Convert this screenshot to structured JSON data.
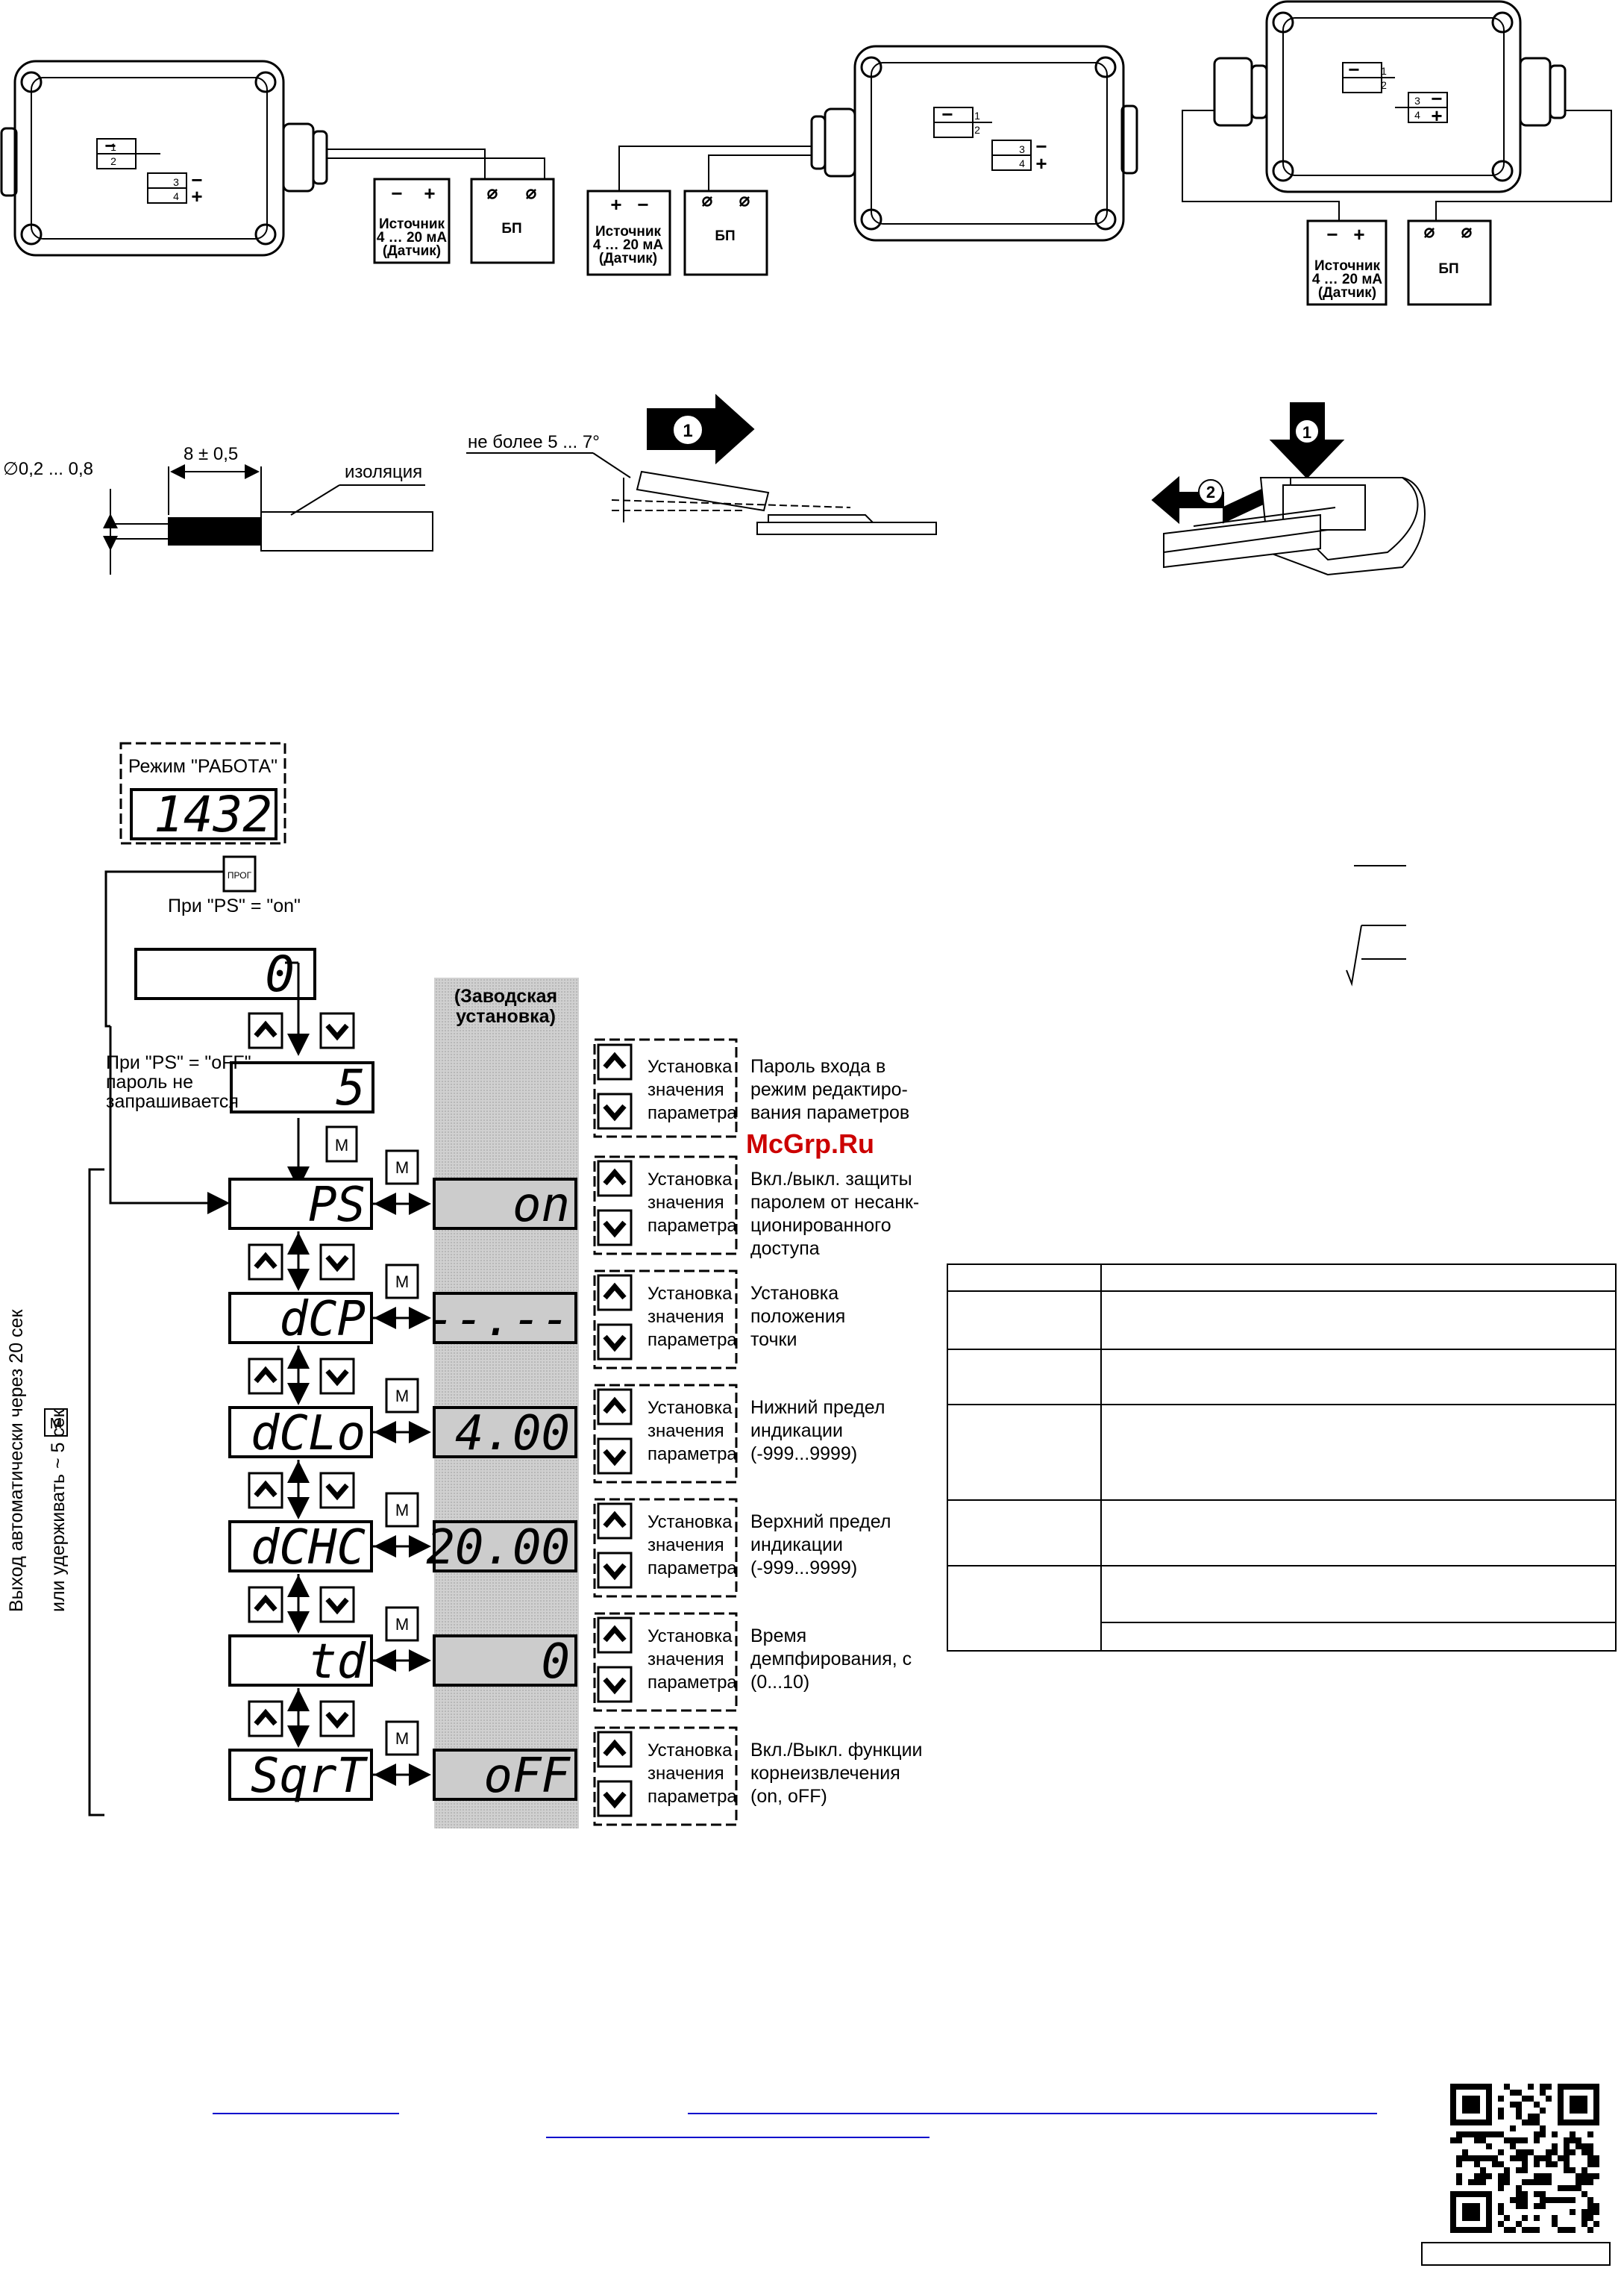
{
  "wiring": {
    "terminals": [
      "1",
      "2",
      "3",
      "4"
    ],
    "minus": "−",
    "plus": "+",
    "source_line1": "Источник",
    "source_line2": "4 … 20 мА",
    "source_line3": "(Датчик)",
    "psu": "БП",
    "psu_symbol": "⌀"
  },
  "wire": {
    "diameter": "∅0,2 ... 0,8",
    "strip_length": "8 ± 0,5",
    "insulation": "изоляция",
    "angle": "не более 5 ... 7°",
    "step1": "1",
    "step2": "2"
  },
  "menu": {
    "work_mode": "Режим \"РАБОТА\"",
    "work_value": "1432",
    "prog_btn": "ПРОГ",
    "ps_on_note": "При \"PS\" = \"on\"",
    "ps_off_note_1": "При \"PS\" = \"oFF\"",
    "ps_off_note_2": "пароль не",
    "ps_off_note_3": "запрашивается",
    "password_initial": "0",
    "password_entered": "5",
    "m_btn": "M",
    "factory_header_1": "(Заводская",
    "factory_header_2": "установка)",
    "exit_note_1": "Выход автоматически через 20 сек",
    "exit_note_2": "или удерживать ~ 5 сек",
    "setting_label": [
      "Установка",
      "значения",
      "параметра"
    ],
    "password_desc": [
      "Пароль входа в",
      "режим редактиро-",
      "вания параметров"
    ],
    "watermark": "McGrp.Ru",
    "params": [
      {
        "code": "PS",
        "factory": "on",
        "desc": [
          "Вкл./выкл. защиты",
          "паролем от несанк-",
          "ционированного",
          "доступа"
        ]
      },
      {
        "code": "dCP",
        "factory": "--.--",
        "desc": [
          "Установка",
          "положения",
          "точки"
        ]
      },
      {
        "code": "dCLo",
        "factory": "4.00",
        "desc": [
          "Нижний предел",
          "индикации",
          "(-999...9999)"
        ]
      },
      {
        "code": "dCHC",
        "factory": "20.00",
        "desc": [
          "Верхний предел",
          "индикации",
          "(-999...9999)"
        ]
      },
      {
        "code": "td",
        "factory": "0",
        "desc": [
          "Время",
          "демпфирования, с",
          "(0...10)"
        ]
      },
      {
        "code": "SqrT",
        "factory": "oFF",
        "desc": [
          "Вкл./Выкл. функции",
          "корнеизвлечения",
          "(on, oFF)"
        ]
      }
    ]
  },
  "icons": {
    "up": "arrow-up-icon",
    "down": "arrow-down-icon",
    "qr": "qr-code-icon"
  }
}
